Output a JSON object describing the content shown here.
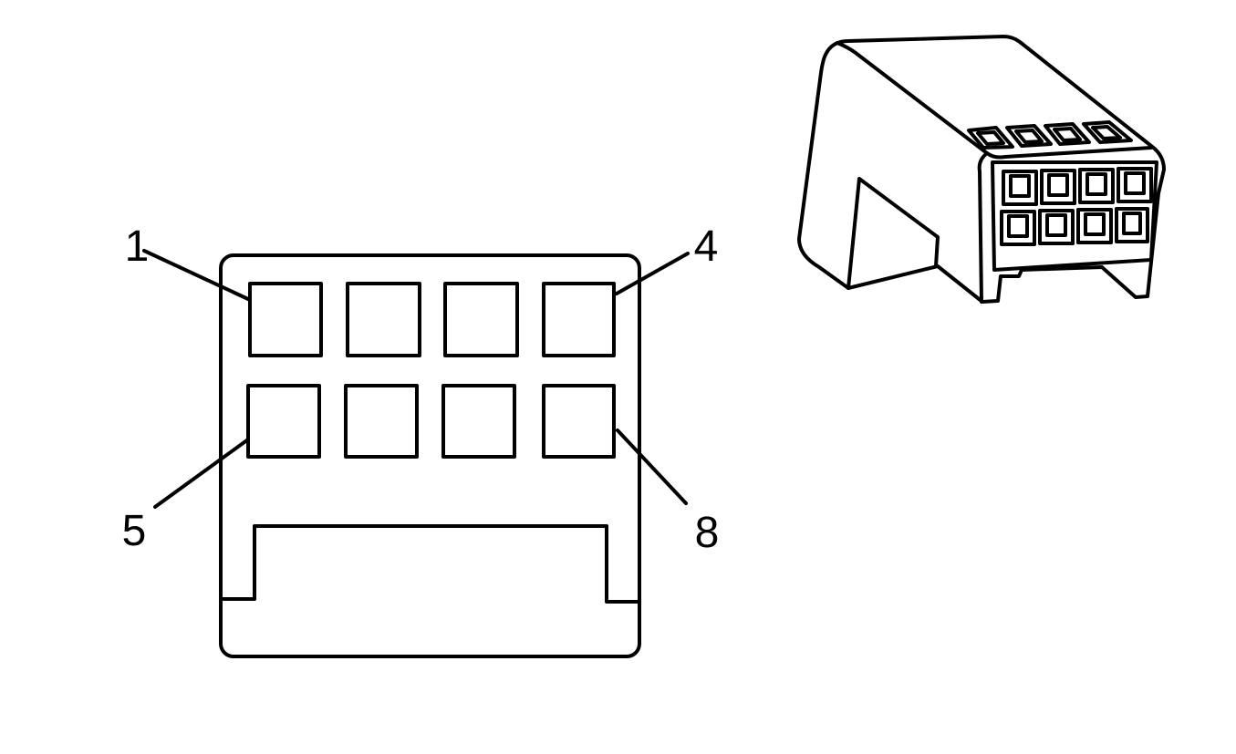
{
  "colors": {
    "line": "#000000",
    "background": "#ffffff"
  },
  "connector_face": {
    "pin_labels": [
      {
        "pin": "1",
        "label": "1"
      },
      {
        "pin": "4",
        "label": "4"
      },
      {
        "pin": "5",
        "label": "5"
      },
      {
        "pin": "8",
        "label": "8"
      }
    ],
    "cavity_rows": 2,
    "cavity_columns": 4
  }
}
